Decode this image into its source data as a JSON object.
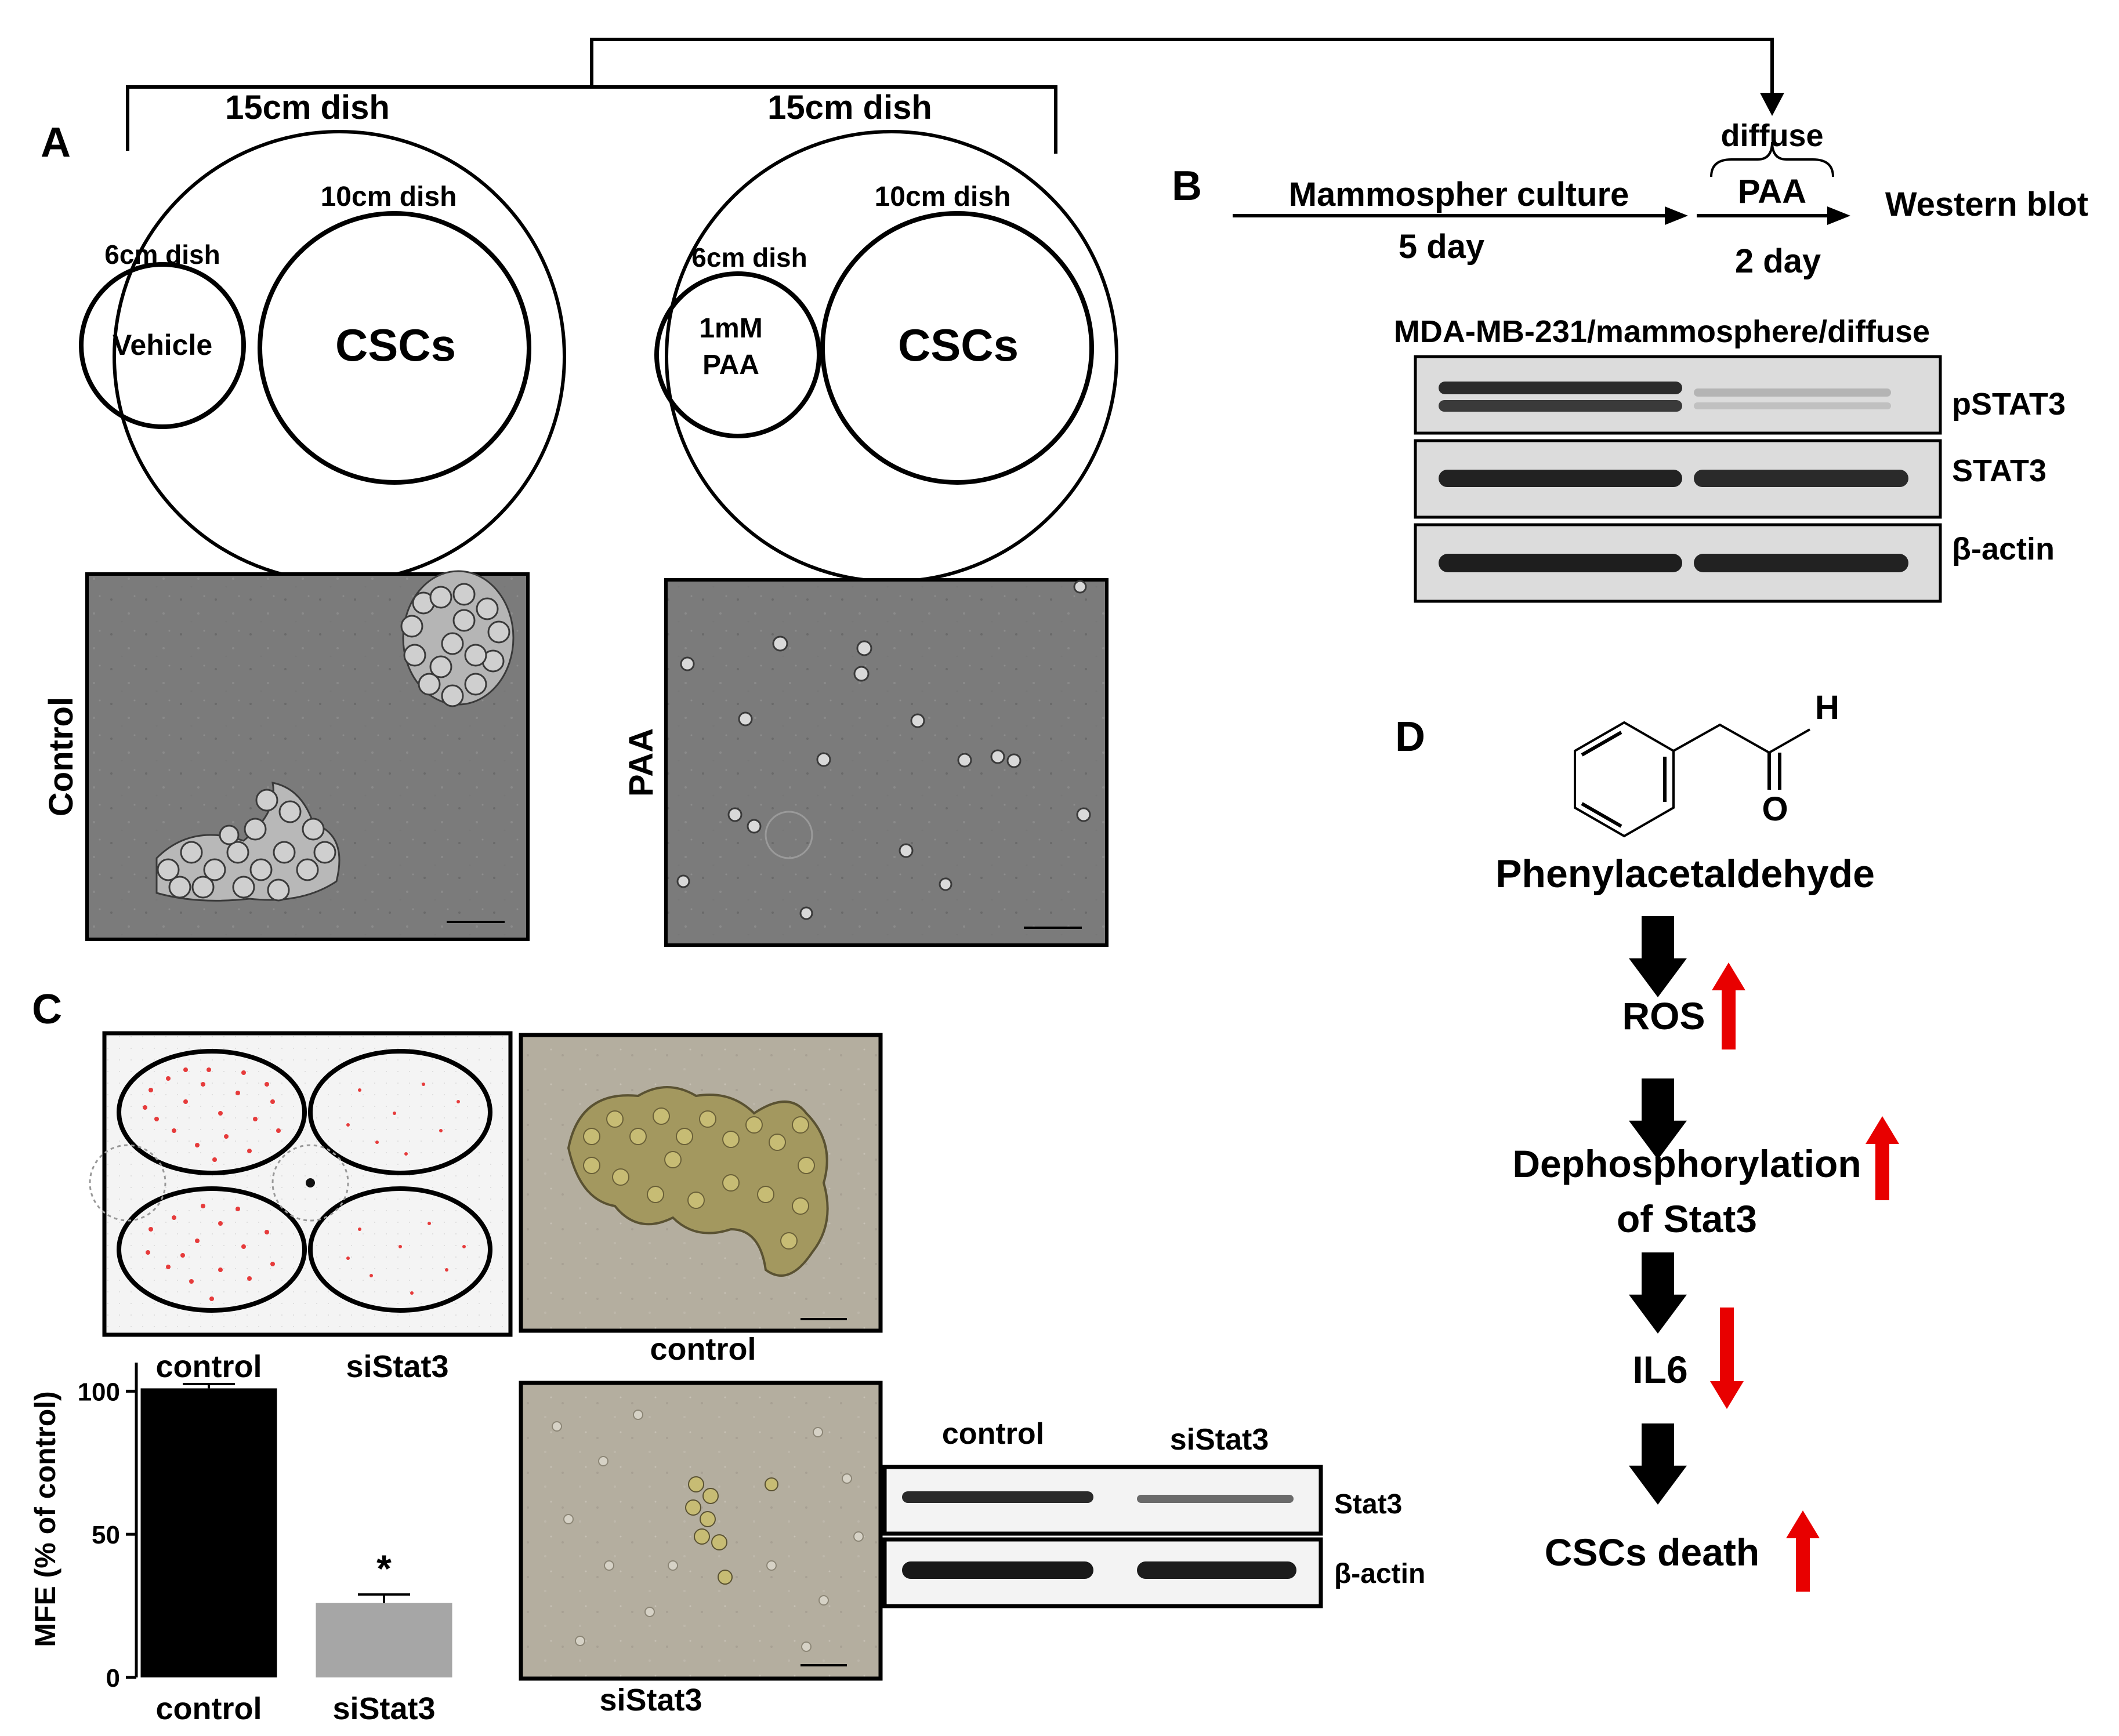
{
  "panel_labels": {
    "a": "A",
    "b": "B",
    "c": "C",
    "d": "D"
  },
  "panel_a": {
    "left_dish": {
      "outer": "15cm dish",
      "medium": "10cm dish",
      "small": "6cm dish",
      "small_content": "Vehicle",
      "large_content": "CSCs"
    },
    "right_dish": {
      "outer": "15cm dish",
      "medium": "10cm dish",
      "small": "6cm dish",
      "small_content_line1": "1mM",
      "small_content_line2": "PAA",
      "large_content": "CSCs"
    },
    "micrograph_left_label": "Control",
    "micrograph_right_label": "PAA"
  },
  "panel_b": {
    "diffuse_label": "diffuse",
    "step1": "Mammospher culture",
    "step1_duration": "5 day",
    "step2": "PAA",
    "step2_duration": "2 day",
    "step3": "Western blot",
    "blot_title": "MDA-MB-231/mammosphere/diffuse",
    "bands": [
      "pSTAT3",
      "STAT3",
      "β-actin"
    ]
  },
  "panel_c": {
    "plate_col_labels": [
      "control",
      "siStat3"
    ],
    "micrograph_control_label": "control",
    "micrograph_sistat3_label": "siStat3",
    "blot_col_labels": [
      "control",
      "siStat3"
    ],
    "blot_bands": [
      "Stat3",
      "β-actin"
    ],
    "significance_marker": "*"
  },
  "panel_d": {
    "compound": "Phenylacetaldehyde",
    "atom_h": "H",
    "atom_o": "O",
    "steps": [
      {
        "line1": "ROS",
        "line2": "",
        "trend": "up"
      },
      {
        "line1": "Dephosphorylation",
        "line2": "of Stat3",
        "trend": "up"
      },
      {
        "line1": "IL6",
        "line2": "",
        "trend": "down"
      },
      {
        "line1": "CSCs death",
        "line2": "",
        "trend": "up"
      }
    ],
    "colors": {
      "flow_arrow": "#000000",
      "trend_arrow": "#e80000"
    }
  },
  "chart_data": {
    "type": "bar",
    "categories": [
      "control",
      "siStat3"
    ],
    "values": [
      101,
      26
    ],
    "errors": [
      1.5,
      3
    ],
    "ylabel": "MFE (% of control)",
    "ylim": [
      0,
      110
    ],
    "yticks": [
      0,
      50,
      100
    ],
    "bar_colors": [
      "#000000",
      "#a6a6a6"
    ],
    "annotations": [
      "*"
    ],
    "grid": false
  }
}
